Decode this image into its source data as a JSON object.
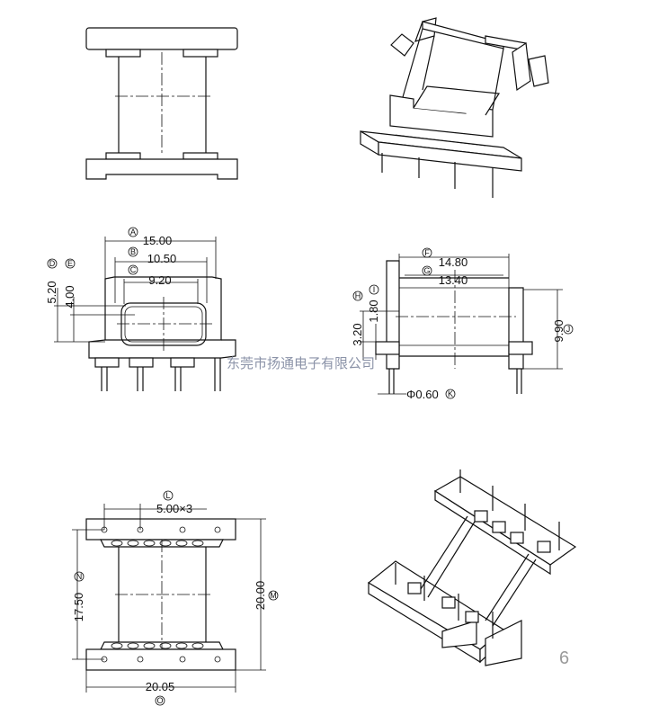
{
  "dimensions": {
    "A": {
      "letter": "A",
      "value": "15.00"
    },
    "B": {
      "letter": "B",
      "value": "10.50"
    },
    "C": {
      "letter": "C",
      "value": "9.20"
    },
    "D": {
      "letter": "D",
      "value": "5.20"
    },
    "E": {
      "letter": "E",
      "value": "4.00"
    },
    "F": {
      "letter": "F",
      "value": "14.80"
    },
    "G": {
      "letter": "G",
      "value": "13.40"
    },
    "H": {
      "letter": "H",
      "value": "3.20"
    },
    "I": {
      "letter": "I",
      "value": "1.80"
    },
    "J": {
      "letter": "J",
      "value": "9.90"
    },
    "K": {
      "letter": "K",
      "value": "Φ0.60"
    },
    "L": {
      "letter": "L",
      "value": "5.00×3"
    },
    "M": {
      "letter": "M",
      "value": "20.00"
    },
    "N": {
      "letter": "N",
      "value": "17.50"
    },
    "O": {
      "letter": "O",
      "value": "20.05"
    }
  },
  "watermark": "东莞市扬通电子有限公司",
  "page_number": "6"
}
